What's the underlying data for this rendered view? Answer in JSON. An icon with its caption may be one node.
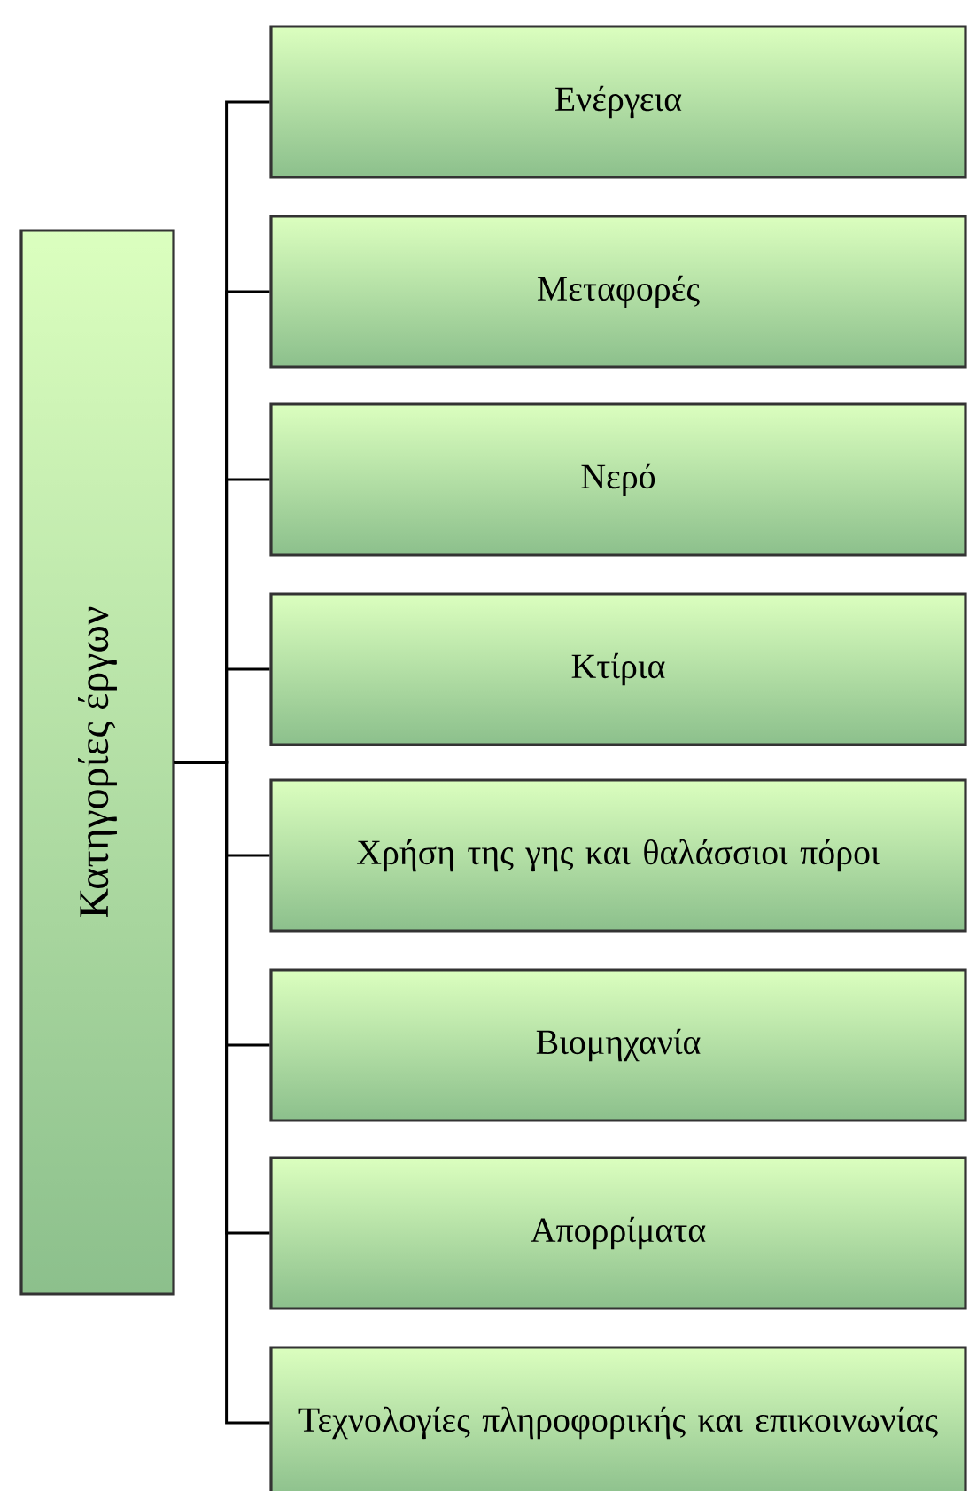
{
  "diagram": {
    "nodes": [
      {
        "text": [
          "Κατηγορίες έργων"
        ]
      },
      {
        "text": [
          "Ενέργεια"
        ]
      },
      {
        "text": [
          "Μεταφορές"
        ]
      },
      {
        "text": [
          "Νερό"
        ]
      },
      {
        "text": [
          "Κτίρια"
        ]
      },
      {
        "text": [
          "Χρήση της γης και θαλάσσιοι πόροι"
        ]
      },
      {
        "text": [
          "Βιομηχανία"
        ]
      },
      {
        "text": [
          "Απορρίματα"
        ]
      },
      {
        "text": [
          "Τεχνολογίες πληροφορικής και επικοινωνίας"
        ]
      }
    ],
    "edges": [
      {
        "from": 0,
        "to": 1,
        "arrow": "none"
      },
      {
        "from": 0,
        "to": 2,
        "arrow": "none"
      },
      {
        "from": 0,
        "to": 3,
        "arrow": "none"
      },
      {
        "from": 0,
        "to": 4,
        "arrow": "none"
      },
      {
        "from": 0,
        "to": 5,
        "arrow": "none"
      },
      {
        "from": 0,
        "to": 6,
        "arrow": "none"
      },
      {
        "from": 0,
        "to": 7,
        "arrow": "none"
      },
      {
        "from": 0,
        "to": 8,
        "arrow": "none"
      }
    ]
  }
}
